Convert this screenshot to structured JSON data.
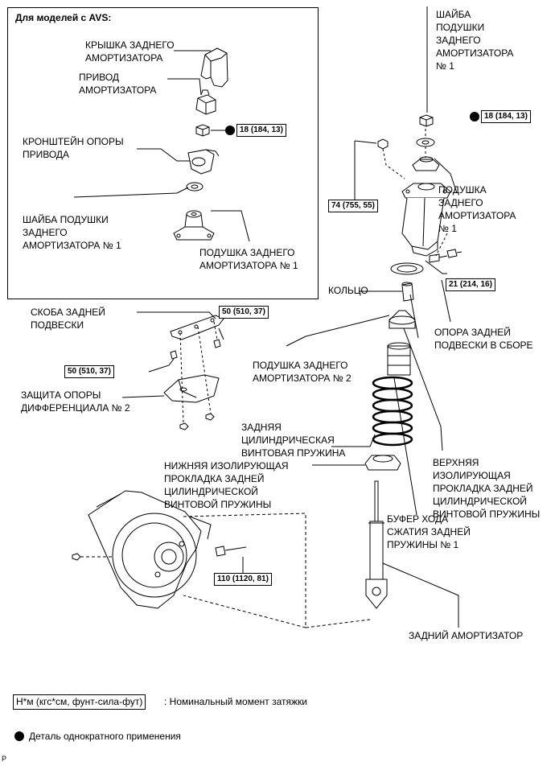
{
  "avs_title": "Для моделей с AVS:",
  "labels": {
    "avs_cover": "КРЫШКА ЗАДНЕГО\nАМОРТИЗАТОРА",
    "avs_actuator": "ПРИВОД\nАМОРТИЗАТОРА",
    "avs_bracket": "КРОНШТЕЙН ОПОРЫ\nПРИВОДА",
    "avs_washer": "ШАЙБА ПОДУШКИ\nЗАДНЕГО\nАМОРТИЗАТОРА № 1",
    "avs_cushion": "ПОДУШКА ЗАДНЕГО\nАМОРТИЗАТОРА № 1",
    "washer_right": "ШАЙБА\nПОДУШКИ\nЗАДНЕГО\nАМОРТИЗАТОРА\n№ 1",
    "cushion_right": "ПОДУШКА\nЗАДНЕГО\nАМОРТИЗАТОРА\n№ 1",
    "ring": "КОЛЬЦО",
    "support_assy": "ОПОРА ЗАДНЕЙ\nПОДВЕСКИ В СБОРЕ",
    "brace": "СКОБА ЗАДНЕЙ\nПОДВЕСКИ",
    "cushion2": "ПОДУШКА ЗАДНЕГО\nАМОРТИЗАТОРА № 2",
    "diff_guard": "ЗАЩИТА ОПОРЫ\nДИФФЕРЕНЦИАЛА № 2",
    "coil_spring": "ЗАДНЯЯ\nЦИЛИНДРИЧЕСКАЯ\nВИНТОВАЯ ПРУЖИНА",
    "lower_insulator": "НИЖНЯЯ ИЗОЛИРУЮЩАЯ\nПРОКЛАДКА ЗАДНЕЙ\nЦИЛИНДРИЧЕСКОЙ\nВИНТОВОЙ ПРУЖИНЫ",
    "upper_insulator": "ВЕРХНЯЯ\nИЗОЛИРУЮЩАЯ\nПРОКЛАДКА ЗАДНЕЙ\nЦИЛИНДРИЧЕСКОЙ\nВИНТОВОЙ ПРУЖИНЫ",
    "bumper": "БУФЕР ХОДА\nСЖАТИЯ ЗАДНЕЙ\nПРУЖИНЫ № 1",
    "absorber": "ЗАДНИЙ АМОРТИЗАТОР"
  },
  "torques": {
    "t_avs": "18 (184, 13)",
    "t_top": "18 (184, 13)",
    "t_74": "74 (755, 55)",
    "t_21": "21 (214, 16)",
    "t_50a": "50 (510, 37)",
    "t_50b": "50 (510, 37)",
    "t_110": "110 (1120, 81)"
  },
  "legend": {
    "torque_box": "Н*м (кгс*см, фунт-сила-фут)",
    "torque_text": ": Номинальный момент затяжки",
    "dot_text": "Деталь однократного применения"
  },
  "corner_mark": "P"
}
